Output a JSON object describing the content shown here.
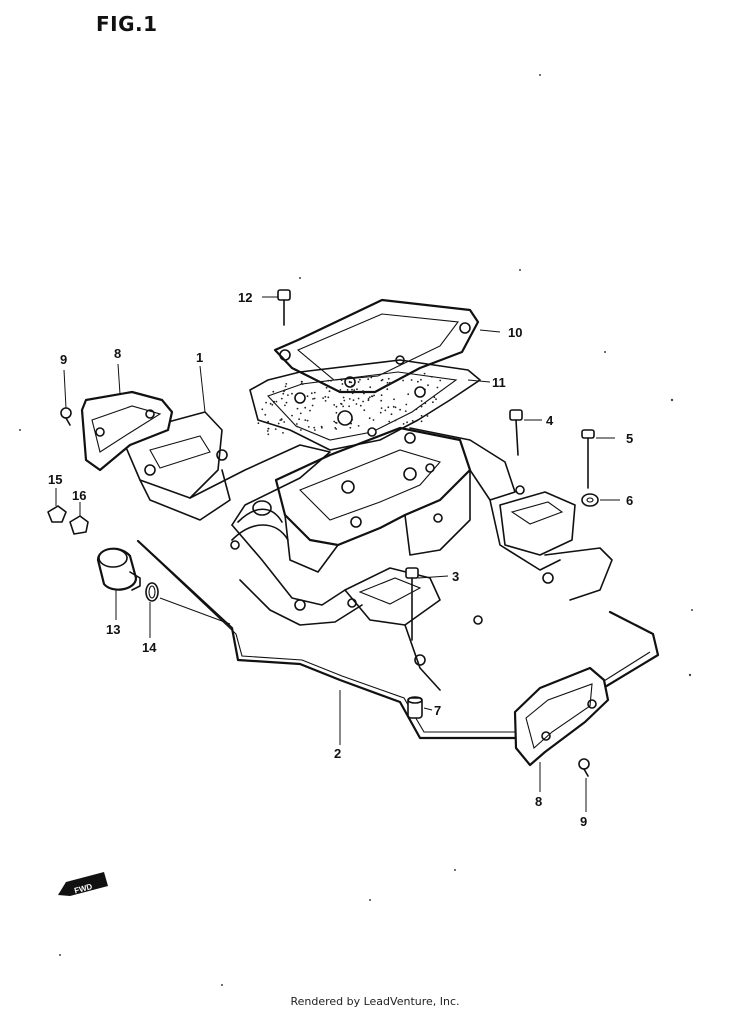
{
  "figure": {
    "title": "FIG.1",
    "footer": "Rendered by LeadVenture, Inc."
  },
  "callouts": {
    "c1": "1",
    "c2": "2",
    "c3": "3",
    "c4": "4",
    "c5": "5",
    "c6": "6",
    "c7": "7",
    "c8a": "8",
    "c8b": "8",
    "c9a": "9",
    "c9b": "9",
    "c10": "10",
    "c11": "11",
    "c12": "12",
    "c13": "13",
    "c14": "14",
    "c15": "15",
    "c16": "16"
  },
  "arrow_badge": "FWD"
}
